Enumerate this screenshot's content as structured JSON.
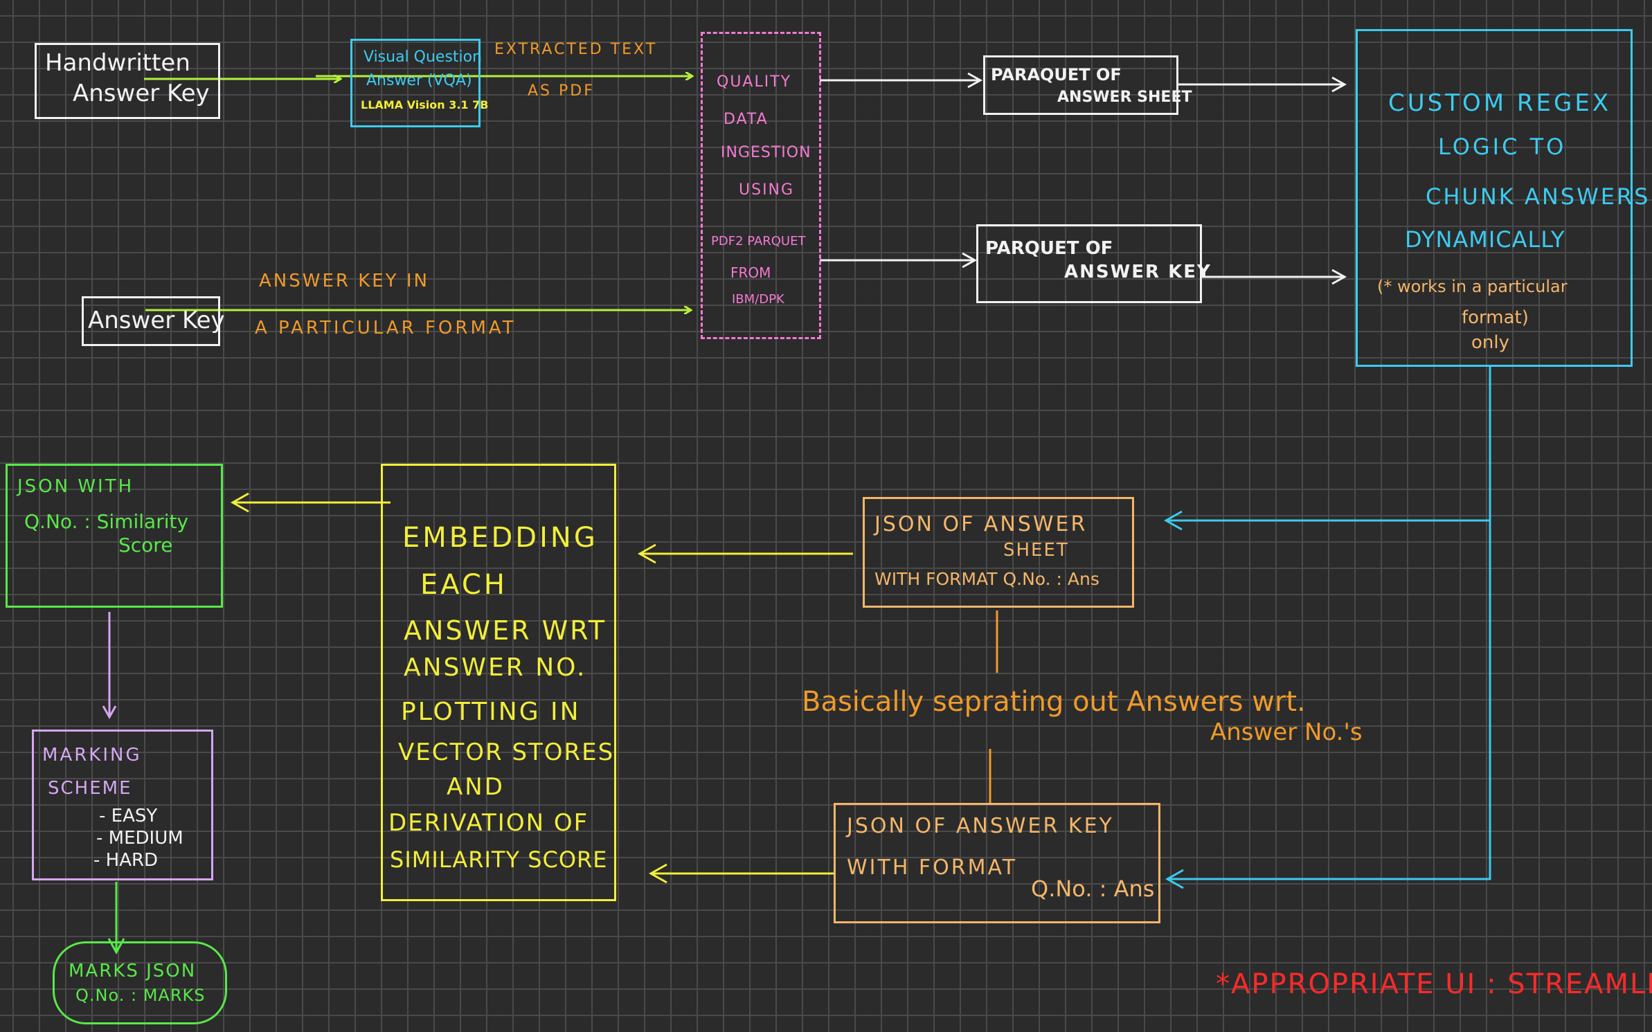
{
  "boxes": {
    "handwritten_key": {
      "line1": "Handwritten",
      "line2": "Answer Key"
    },
    "vqa": {
      "line1": "Visual Question",
      "line2": "Answer (VQA)",
      "line3": "LLAMA Vision 3.1 7B"
    },
    "answer_key": {
      "label": "Answer Key"
    },
    "ingestion": {
      "lines": [
        "QUALITY",
        "DATA",
        "INGESTION",
        "USING",
        "PDF2 PARQUET",
        "FROM",
        "IBM/DPK"
      ]
    },
    "parquet_sheet": {
      "line1": "PARAQUET OF",
      "line2": "ANSWER SHEET"
    },
    "parquet_key": {
      "line1": "PARQUET OF",
      "line2": "ANSWER KEY"
    },
    "regex": {
      "lines": [
        "CUSTOM REGEX",
        "LOGIC TO",
        "CHUNK ANSWERS",
        "DYNAMICALLY"
      ],
      "note1": "(* works in a particular",
      "note2": "format)",
      "note3": "only"
    },
    "json_sheet": {
      "line1": "JSON OF ANSWER",
      "line2": "SHEET",
      "line3": "WITH FORMAT Q.No. : Ans"
    },
    "json_key": {
      "line1": "JSON OF ANSWER KEY",
      "line2": "WITH FORMAT",
      "line3": "Q.No. : Ans"
    },
    "embedding": {
      "lines": [
        "EMBEDDING",
        "EACH",
        "ANSWER WRT",
        "ANSWER NO.",
        "PLOTTING IN",
        "VECTOR STORES",
        "AND",
        "DERIVATION OF",
        "SIMILARITY SCORE"
      ]
    },
    "json_similarity": {
      "line1": "JSON WITH",
      "line2": "Q.No. : Similarity",
      "line3": "Score"
    },
    "marking": {
      "line1": "MARKING",
      "line2": "SCHEME",
      "line3": "- EASY",
      "line4": "- MEDIUM",
      "line5": "- HARD"
    },
    "marks_json": {
      "line1": "MARKS JSON",
      "line2": "Q.No. : MARKS"
    }
  },
  "labels": {
    "extracted_1": "EXTRACTED TEXT",
    "extracted_2": "AS PDF",
    "answer_key_format_1": "ANSWER KEY IN",
    "answer_key_format_2": "A PARTICULAR FORMAT",
    "separating_1": "Basically seprating out Answers wrt.",
    "separating_2": "Answer No.'s",
    "ui_note": "*APPROPRIATE UI : STREAMLIT"
  },
  "colors": {
    "background": "#2b2b2b",
    "grid": "#4a4a4a",
    "white": "#f2f2f2",
    "cyan": "#3ccbf0",
    "green_arrow": "#b5f03a",
    "orange": "#f09a2a",
    "pink": "#f47ad2",
    "yellow": "#f2ee3a",
    "green": "#59e84a",
    "peach": "#f4b66a",
    "lavender": "#d6a6f2",
    "red": "#ff2a2a"
  }
}
